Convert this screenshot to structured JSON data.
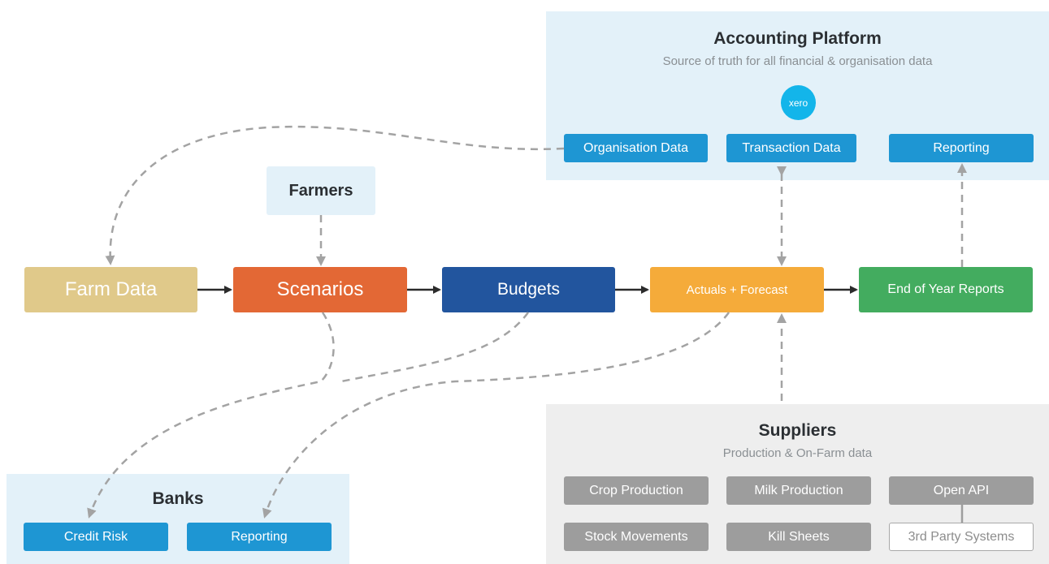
{
  "accounting": {
    "title": "Accounting Platform",
    "subtitle": "Source of truth for all financial & organisation data",
    "logo_text": "xero",
    "items": [
      "Organisation Data",
      "Transaction Data",
      "Reporting"
    ]
  },
  "farmers": {
    "label": "Farmers"
  },
  "flow": {
    "farm_data": "Farm Data",
    "scenarios": "Scenarios",
    "budgets": "Budgets",
    "actuals": "Actuals + Forecast",
    "eoy": "End of Year Reports"
  },
  "suppliers": {
    "title": "Suppliers",
    "subtitle": "Production & On-Farm data",
    "items": [
      "Crop Production",
      "Milk Production",
      "Open API",
      "Stock Movements",
      "Kill Sheets",
      "3rd Party Systems"
    ]
  },
  "banks": {
    "title": "Banks",
    "items": [
      "Credit Risk",
      "Reporting"
    ]
  },
  "colors": {
    "panel_blue": "#e3f1f9",
    "panel_grey": "#eeeeee",
    "farm_data": "#e0c98a",
    "scenarios": "#e36835",
    "budgets": "#22559e",
    "actuals": "#f5ab3a",
    "eoy": "#43ac5f",
    "chip_blue": "#1e96d3",
    "chip_grey": "#9d9d9d"
  }
}
